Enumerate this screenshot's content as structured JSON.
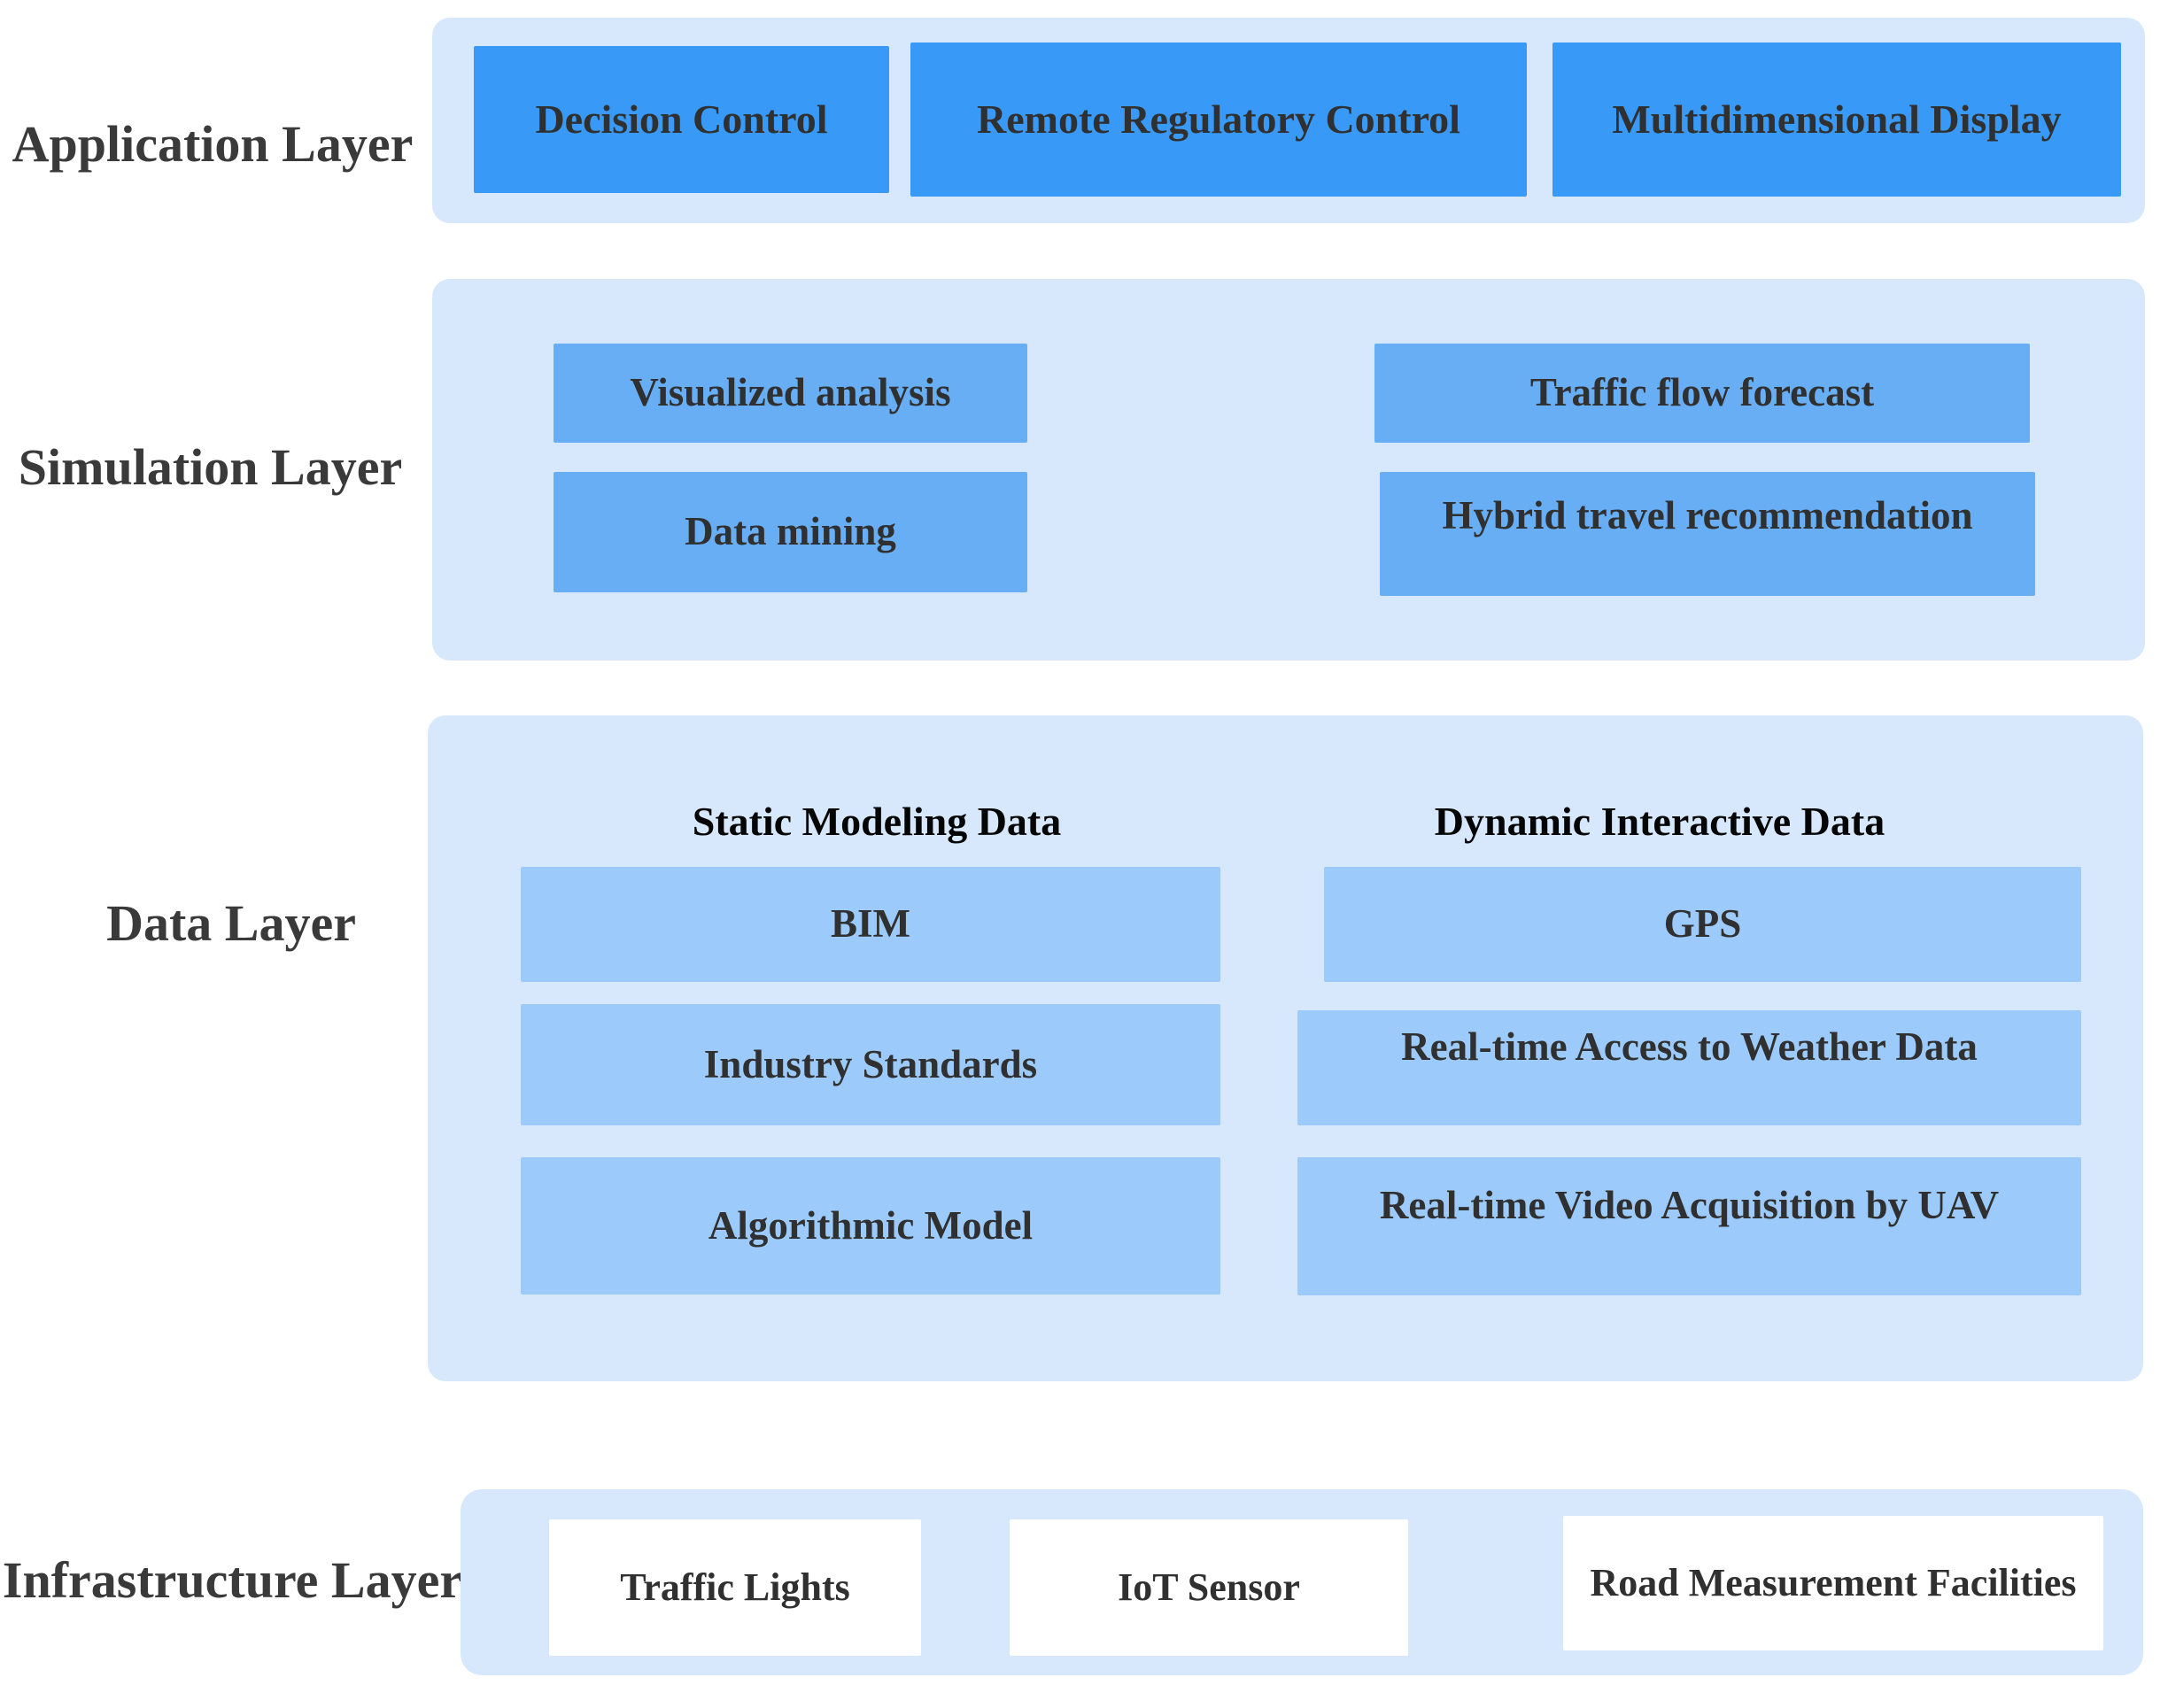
{
  "diagram": {
    "layers": {
      "application": {
        "label": "Application Layer",
        "nodes": {
          "decision_control": "Decision Control",
          "remote_regulatory_control": "Remote Regulatory Control",
          "multidimensional_display": "Multidimensional Display"
        }
      },
      "simulation": {
        "label": "Simulation Layer",
        "nodes": {
          "visualized_analysis": "Visualized analysis",
          "data_mining": "Data mining",
          "traffic_flow_forecast": "Traffic flow forecast",
          "hybrid_travel_recommendation": "Hybrid travel recommendation"
        }
      },
      "data": {
        "label": "Data Layer",
        "groups": {
          "static_modeling": {
            "heading": "Static Modeling Data",
            "nodes": {
              "bim": "BIM",
              "industry_standards": "Industry Standards",
              "algorithmic_model": "Algorithmic Model"
            }
          },
          "dynamic_interactive": {
            "heading": "Dynamic Interactive Data",
            "nodes": {
              "gps": "GPS",
              "weather_data": "Real-time Access to Weather Data",
              "uav_video": "Real-time Video Acquisition by UAV"
            }
          }
        }
      },
      "infrastructure": {
        "label": "Infrastructure Layer",
        "nodes": {
          "traffic_lights": "Traffic Lights",
          "iot_sensor": "IoT Sensor",
          "road_measurement_facilities": "Road Measurement Facilities"
        }
      }
    }
  },
  "colors": {
    "page-bg": "#FFFFFF",
    "panel-bg": "#D8E8FC",
    "app-box-bg": "#3899F6",
    "sim-box-bg": "#68AEF4",
    "data-box-bg": "#9CCAFA",
    "infra-box-bg": "#FFFFFF",
    "box-text": "#303030",
    "heading-text": "#050505",
    "label-text": "#3A3A3A"
  }
}
